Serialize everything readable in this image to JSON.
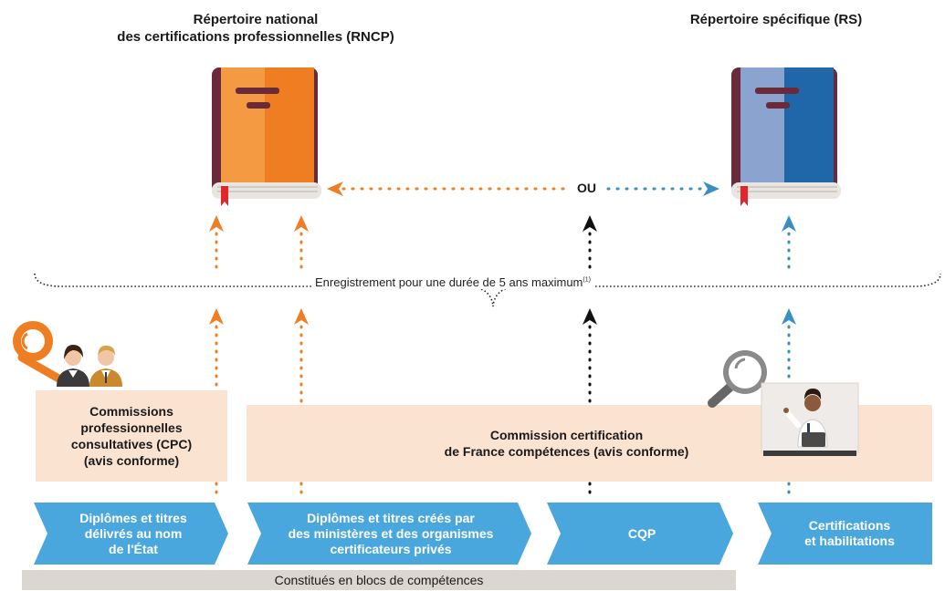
{
  "titles": {
    "rncp": "Répertoire national\ndes certifications professionnelles (RNCP)",
    "rs": "Répertoire spécifique (RS)"
  },
  "connector_label": "OU",
  "registration": {
    "text": "Enregistrement pour une durée de 5 ans maximum",
    "footnote": "(1)"
  },
  "commissions": {
    "cpc": "Commissions\nprofessionnelles\nconsultatives (CPC)\n(avis conforme)",
    "france_competences": "Commission certification\nde France compétences (avis conforme)"
  },
  "categories": [
    "Diplômes et titres\ndélivrés au nom\nde l'État",
    "Diplômes et titres créés par\ndes ministères et des organismes\ncertificateurs privés",
    "CQP",
    "Certifications\net habilitations"
  ],
  "bottom_bar": "Constitués en blocs de compétences",
  "colors": {
    "orange": "#ef7d22",
    "blue": "#3a8fc0",
    "chevron": "#4aa7de",
    "box": "#fbe3d2",
    "bar": "#dcd6d0"
  },
  "icons": [
    "rncp-book-icon",
    "rs-book-icon",
    "magnifier-orange-icon",
    "people-icon",
    "magnifier-white-icon",
    "presenter-icon"
  ]
}
